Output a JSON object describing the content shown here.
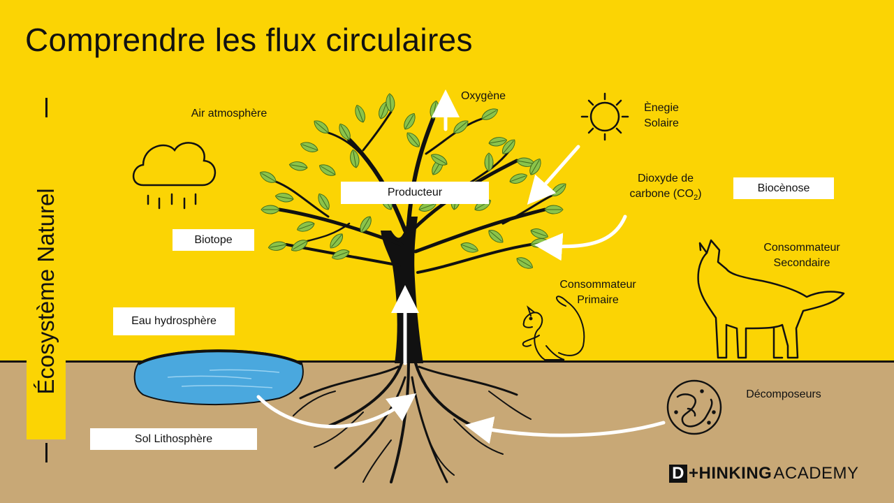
{
  "title": "Comprendre les flux circulaires",
  "side_label": "Écosystème Naturel",
  "labels": {
    "oxygen": "Oxygène",
    "air": "Air atmosphère",
    "energy_line1": "Ènegie",
    "energy_line2": "Solaire",
    "co2_line1": "Dioxyde de",
    "co2_line2_prefix": "carbone (CO",
    "co2_sub": "2",
    "co2_suffix": ")",
    "primary_line1": "Consommateur",
    "primary_line2": "Primaire",
    "secondary_line1": "Consommateur",
    "secondary_line2": "Secondaire",
    "decomposers": "Décomposeurs"
  },
  "boxes": {
    "producer": "Producteur",
    "biotope": "Biotope",
    "biocenosis": "Biocènose",
    "water": "Eau hydrosphère",
    "soil": "Sol Lithosphère"
  },
  "logo": {
    "mark": "D",
    "bold": "+HINKING",
    "light": "ACADEMY"
  },
  "colors": {
    "background": "#FBD404",
    "ground": "#C8A876",
    "water": "#4AA8DE",
    "leaf": "#8BC34A",
    "line": "#111111",
    "arrow": "#FFFFFF"
  },
  "icons": [
    "cloud-rain-icon",
    "sun-icon",
    "tree-icon",
    "squirrel-icon",
    "wolf-icon",
    "worm-icon",
    "pond-icon"
  ]
}
